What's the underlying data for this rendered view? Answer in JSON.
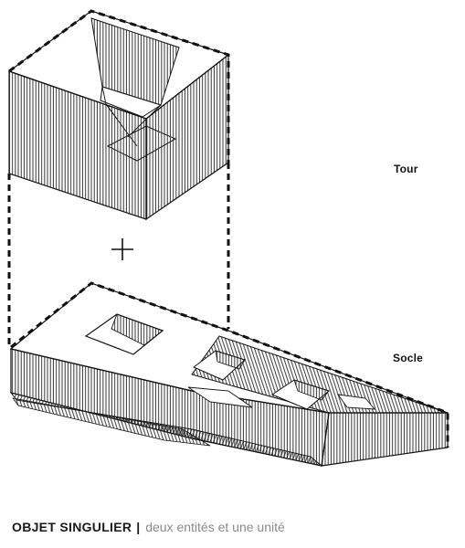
{
  "labels": {
    "tour": "Tour",
    "socle": "Socle"
  },
  "caption": {
    "title": "OBJET SINGULIER",
    "separator": "|",
    "subtitle": "deux entités et une unité"
  },
  "symbols": {
    "plus": "+"
  },
  "colors": {
    "stroke": "#111111",
    "hatch": "#222222",
    "caption_sub": "#8a8a8a"
  }
}
